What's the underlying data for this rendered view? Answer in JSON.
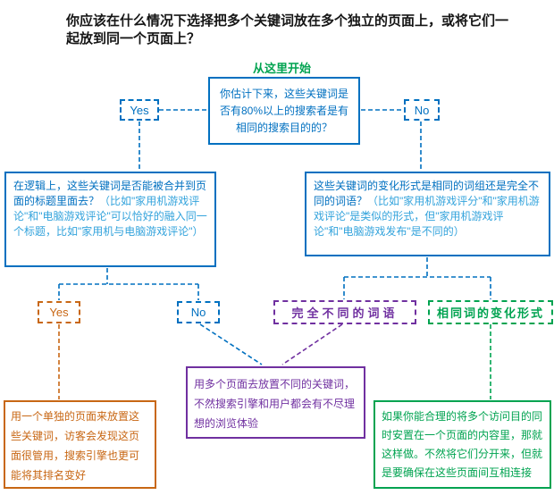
{
  "title": "你应该在什么情况下选择把多个关键词放在多个独立的页面上，或将它们一起放到同一个页面上？",
  "start_label": "从这里开始",
  "nodes": {
    "q_intent": "你估计下来，这些关键词是否有80%以上的搜索者是有相同的搜索目的的？",
    "yes_top": "Yes",
    "no_top": "No",
    "q_title_merge": {
      "main": "在逻辑上，这些关键词是否能被合并到页面的标题里面去？",
      "note": "（比如\"家用机游戏评论\"和\"电脑游戏评论\"可以恰好的融入同一个标题，比如\"家用机与电脑游戏评论\"）"
    },
    "q_variation": {
      "main": "这些关键词的变化形式是相同的词组还是完全不同的词语？",
      "note": "（比如\"家用机游戏评分\"和\"家用机游戏评论\"是类似的形式，但\"家用机游戏评论\"和\"电脑游戏发布\"是不同的）"
    },
    "yes_left": "Yes",
    "no_left": "No",
    "label_different_words": "完全不同的词语",
    "label_same_variation": "相同词的变化形式",
    "result_single_page": "用一个单独的页面来放置这些关键词，访客会发现这页面很管用，搜索引擎也更可能将其排名变好",
    "result_multiple_pages": "用多个页面去放置不同的关键词，不然搜索引擎和用户都会有不尽理想的浏览体验",
    "result_combine_or_link": "如果你能合理的将多个访问目的同时安置在一个页面的内容里，那就这样做。不然将它们分开来，但就是要确保在这些页面间互相连接"
  },
  "colors": {
    "blue": "#0070C0",
    "light_blue": "#33A3DC",
    "green": "#00A350",
    "orange": "#C86714",
    "purple": "#7030A0"
  }
}
